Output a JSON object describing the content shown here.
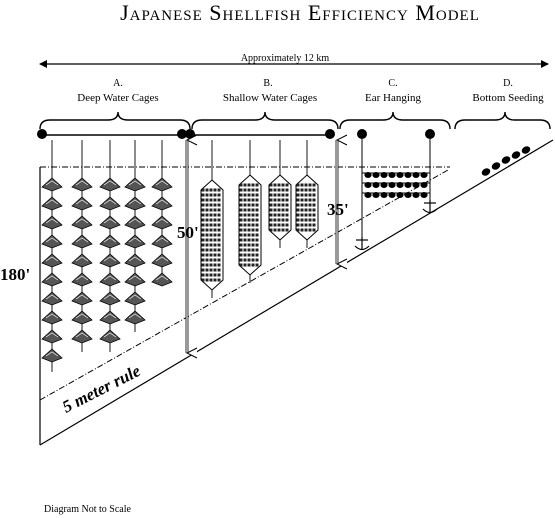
{
  "title": "Japanese Shellfish Efficiency Model",
  "scale_label": "Approximately 12 km",
  "sections": [
    {
      "letter": "A.",
      "label": "Deep Water Cages"
    },
    {
      "letter": "B.",
      "label": "Shallow Water Cages"
    },
    {
      "letter": "C.",
      "label": "Ear Hanging"
    },
    {
      "letter": "D.",
      "label": "Bottom Seeding"
    }
  ],
  "depth_labels": {
    "total": "180'",
    "deep": "50'",
    "shallow": "35'"
  },
  "rule_label": "5 meter rule",
  "footnote": "Diagram Not to Scale",
  "colors": {
    "ink": "#000000",
    "background": "#ffffff"
  }
}
